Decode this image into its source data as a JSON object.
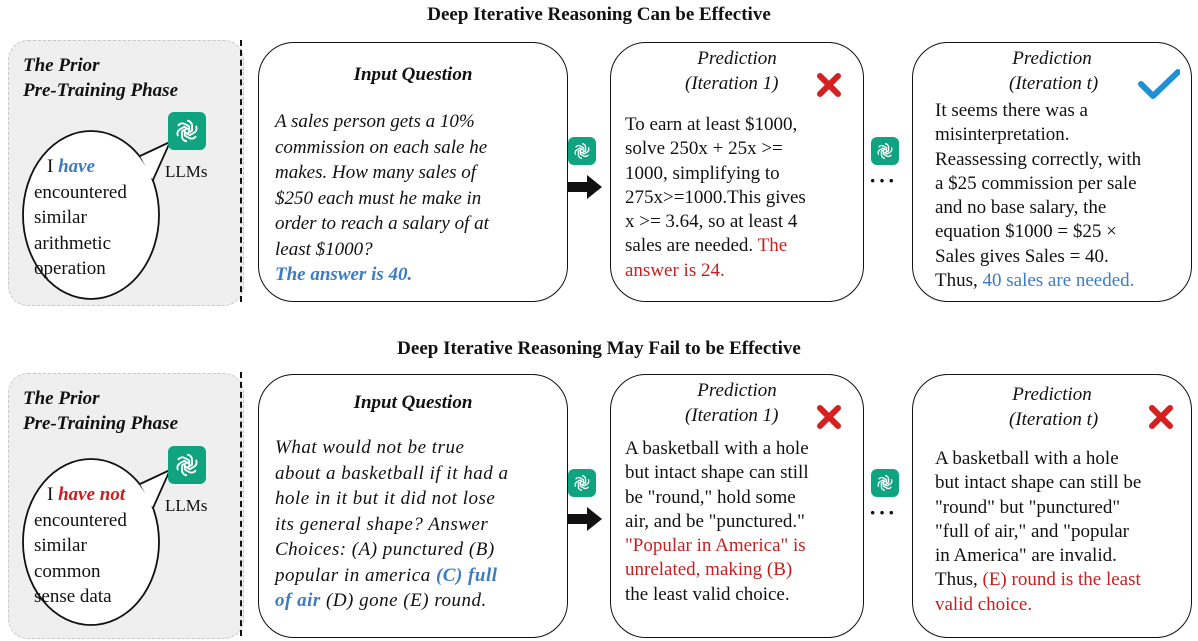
{
  "top": {
    "heading": "Deep Iterative Reasoning Can be Effective",
    "prior_title_1": "The Prior",
    "prior_title_2": "Pre-Training Phase",
    "bubble_i": "I",
    "bubble_emph": "have",
    "bubble_lines": [
      "encountered",
      "similar",
      "arithmetic",
      "operation"
    ],
    "llm_label": "LLMs",
    "input_title": "Input Question",
    "input_lines": [
      "A sales person gets a 10%",
      "commission on each sale he",
      "makes. How many sales of",
      "$250 each must he make in",
      "order to reach a salary of at",
      "least $1000?"
    ],
    "answer": "The answer is 40.",
    "pred1_title_1": "Prediction",
    "pred1_title_2": "(Iteration 1)",
    "pred1_lines": [
      "To earn at least $1000,",
      "solve 250x + 25x >=",
      "1000, simplifying to",
      "275x>=1000.This gives",
      "x >= 3.64, so at least 4"
    ],
    "pred1_last_plain": "sales are needed.",
    "pred1_last_red": "The",
    "pred1_red_line": "answer is 24.",
    "predt_title_1": "Prediction",
    "predt_title_2": "(Iteration t)",
    "predt_lines": [
      "It seems there was a",
      "misinterpretation.",
      "Reassessing correctly, with",
      "a $25 commission per sale",
      "and no base salary, the",
      "equation $1000 = $25 ×",
      "Sales gives Sales = 40."
    ],
    "predt_last_plain": "Thus,",
    "predt_last_blue": "40 sales are needed."
  },
  "bottom": {
    "heading": "Deep Iterative Reasoning May Fail to be Effective",
    "prior_title_1": "The Prior",
    "prior_title_2": "Pre-Training Phase",
    "bubble_i": "I",
    "bubble_emph": "have not",
    "bubble_lines": [
      "encountered",
      "similar",
      "common",
      "sense data"
    ],
    "llm_label": "LLMs",
    "input_title": "Input Question",
    "input_lines": [
      "What would not be true",
      "about a basketball if it had a",
      "hole in it but it did not lose",
      "its general shape? Answer",
      "Choices: (A) punctured (B)",
      "popular in america"
    ],
    "input_blue_1": "(C) full",
    "input_blue_2": "of air",
    "input_tail": "(D) gone (E) round.",
    "pred1_title_1": "Prediction",
    "pred1_title_2": "(Iteration 1)",
    "pred1_lines": [
      "A basketball with a hole",
      "but intact shape can still",
      "be \"round,\" hold some",
      "air, and be \"punctured.\""
    ],
    "pred1_red_lines": [
      "\"Popular in America\" is",
      "unrelated, making (B)"
    ],
    "pred1_last": "the least valid choice.",
    "predt_title_1": "Prediction",
    "predt_title_2": "(Iteration t)",
    "predt_lines": [
      "A basketball with a hole",
      "but intact shape can still be",
      "\"round\" but \"punctured\"",
      "\"full of air,\" and \"popular",
      "in America\" are invalid."
    ],
    "predt_last_plain": "Thus,",
    "predt_last_red": "(E) round is the least",
    "predt_red_line": "valid choice."
  },
  "colors": {
    "accent_blue": "#3e7cc0",
    "error_red": "#c81e1e",
    "gpt_green": "#10a37f",
    "check_blue": "#1e90d8"
  }
}
